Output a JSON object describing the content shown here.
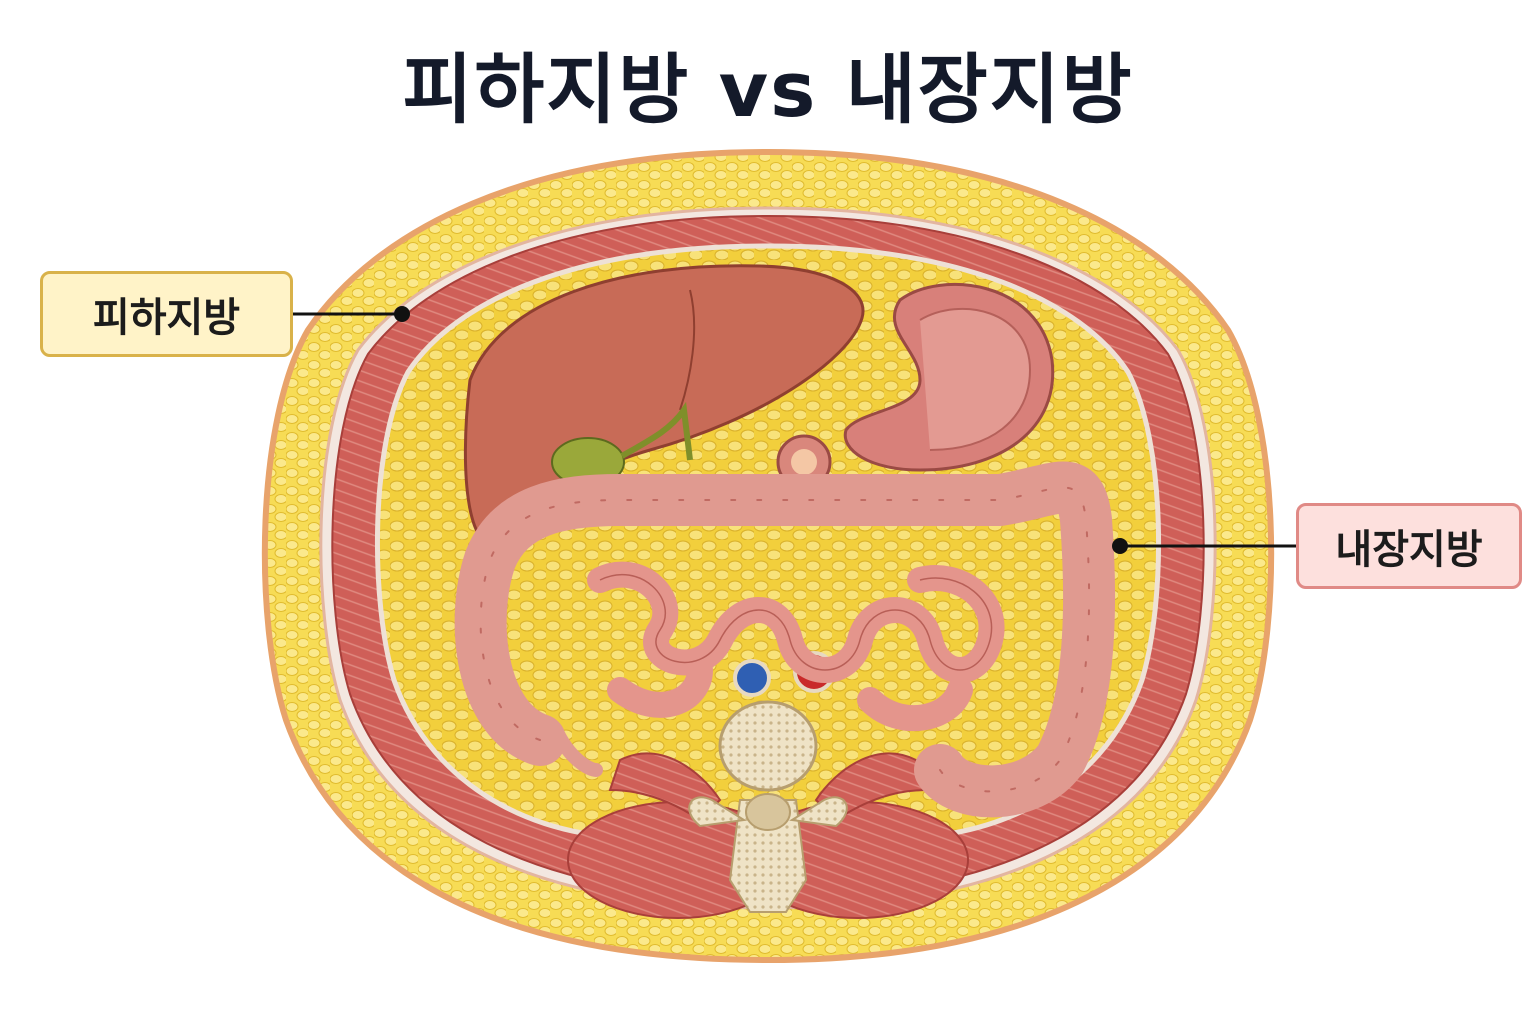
{
  "title": "피하지방 vs 내장지방",
  "labels": {
    "subcutaneous": "피하지방",
    "visceral": "내장지방"
  },
  "colors": {
    "title": "#141a2a",
    "fat": "#f6d94a",
    "muscle": "#c9544f",
    "organ": "#c96a5a",
    "subcutaneous_box": "#fff3c8",
    "visceral_box": "#fde0dd"
  }
}
